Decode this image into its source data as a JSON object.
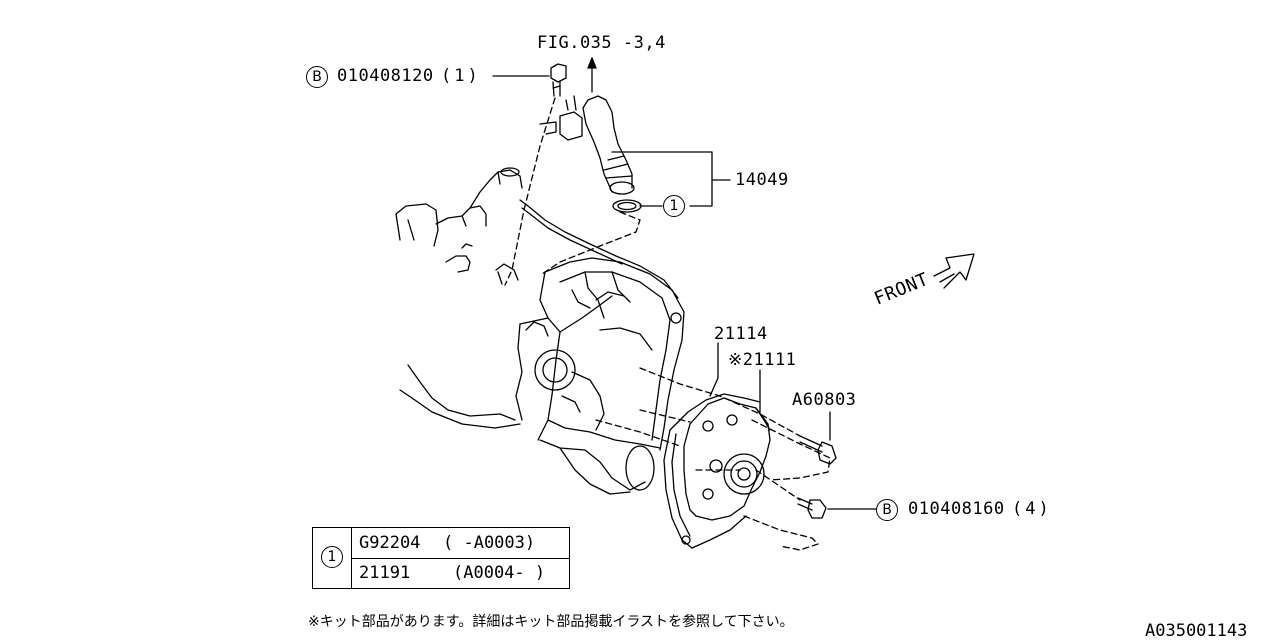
{
  "figure": {
    "fig_ref": "FIG.035 -3,4",
    "front_label": "FRONT",
    "figure_id": "A035001143"
  },
  "callouts": {
    "bolt_top": {
      "marker": "B",
      "part_no": "010408120",
      "qty": "(1)"
    },
    "hose": {
      "part_no": "14049"
    },
    "gasket_marker": "1",
    "pump_gasket": {
      "part_no": "21114"
    },
    "water_pump": {
      "part_no": "※21111"
    },
    "bolt_a": {
      "part_no": "A60803"
    },
    "bolt_bottom": {
      "marker": "B",
      "part_no": "010408160",
      "qty": "(4)"
    }
  },
  "legend": {
    "marker": "1",
    "rows": [
      {
        "part_no": "G92204",
        "range": "( -A0003)"
      },
      {
        "part_no": "21191",
        "range": "(A0004- )"
      }
    ]
  },
  "note": "※キット部品があります。詳細はキット部品掲載イラストを参照して下さい。"
}
